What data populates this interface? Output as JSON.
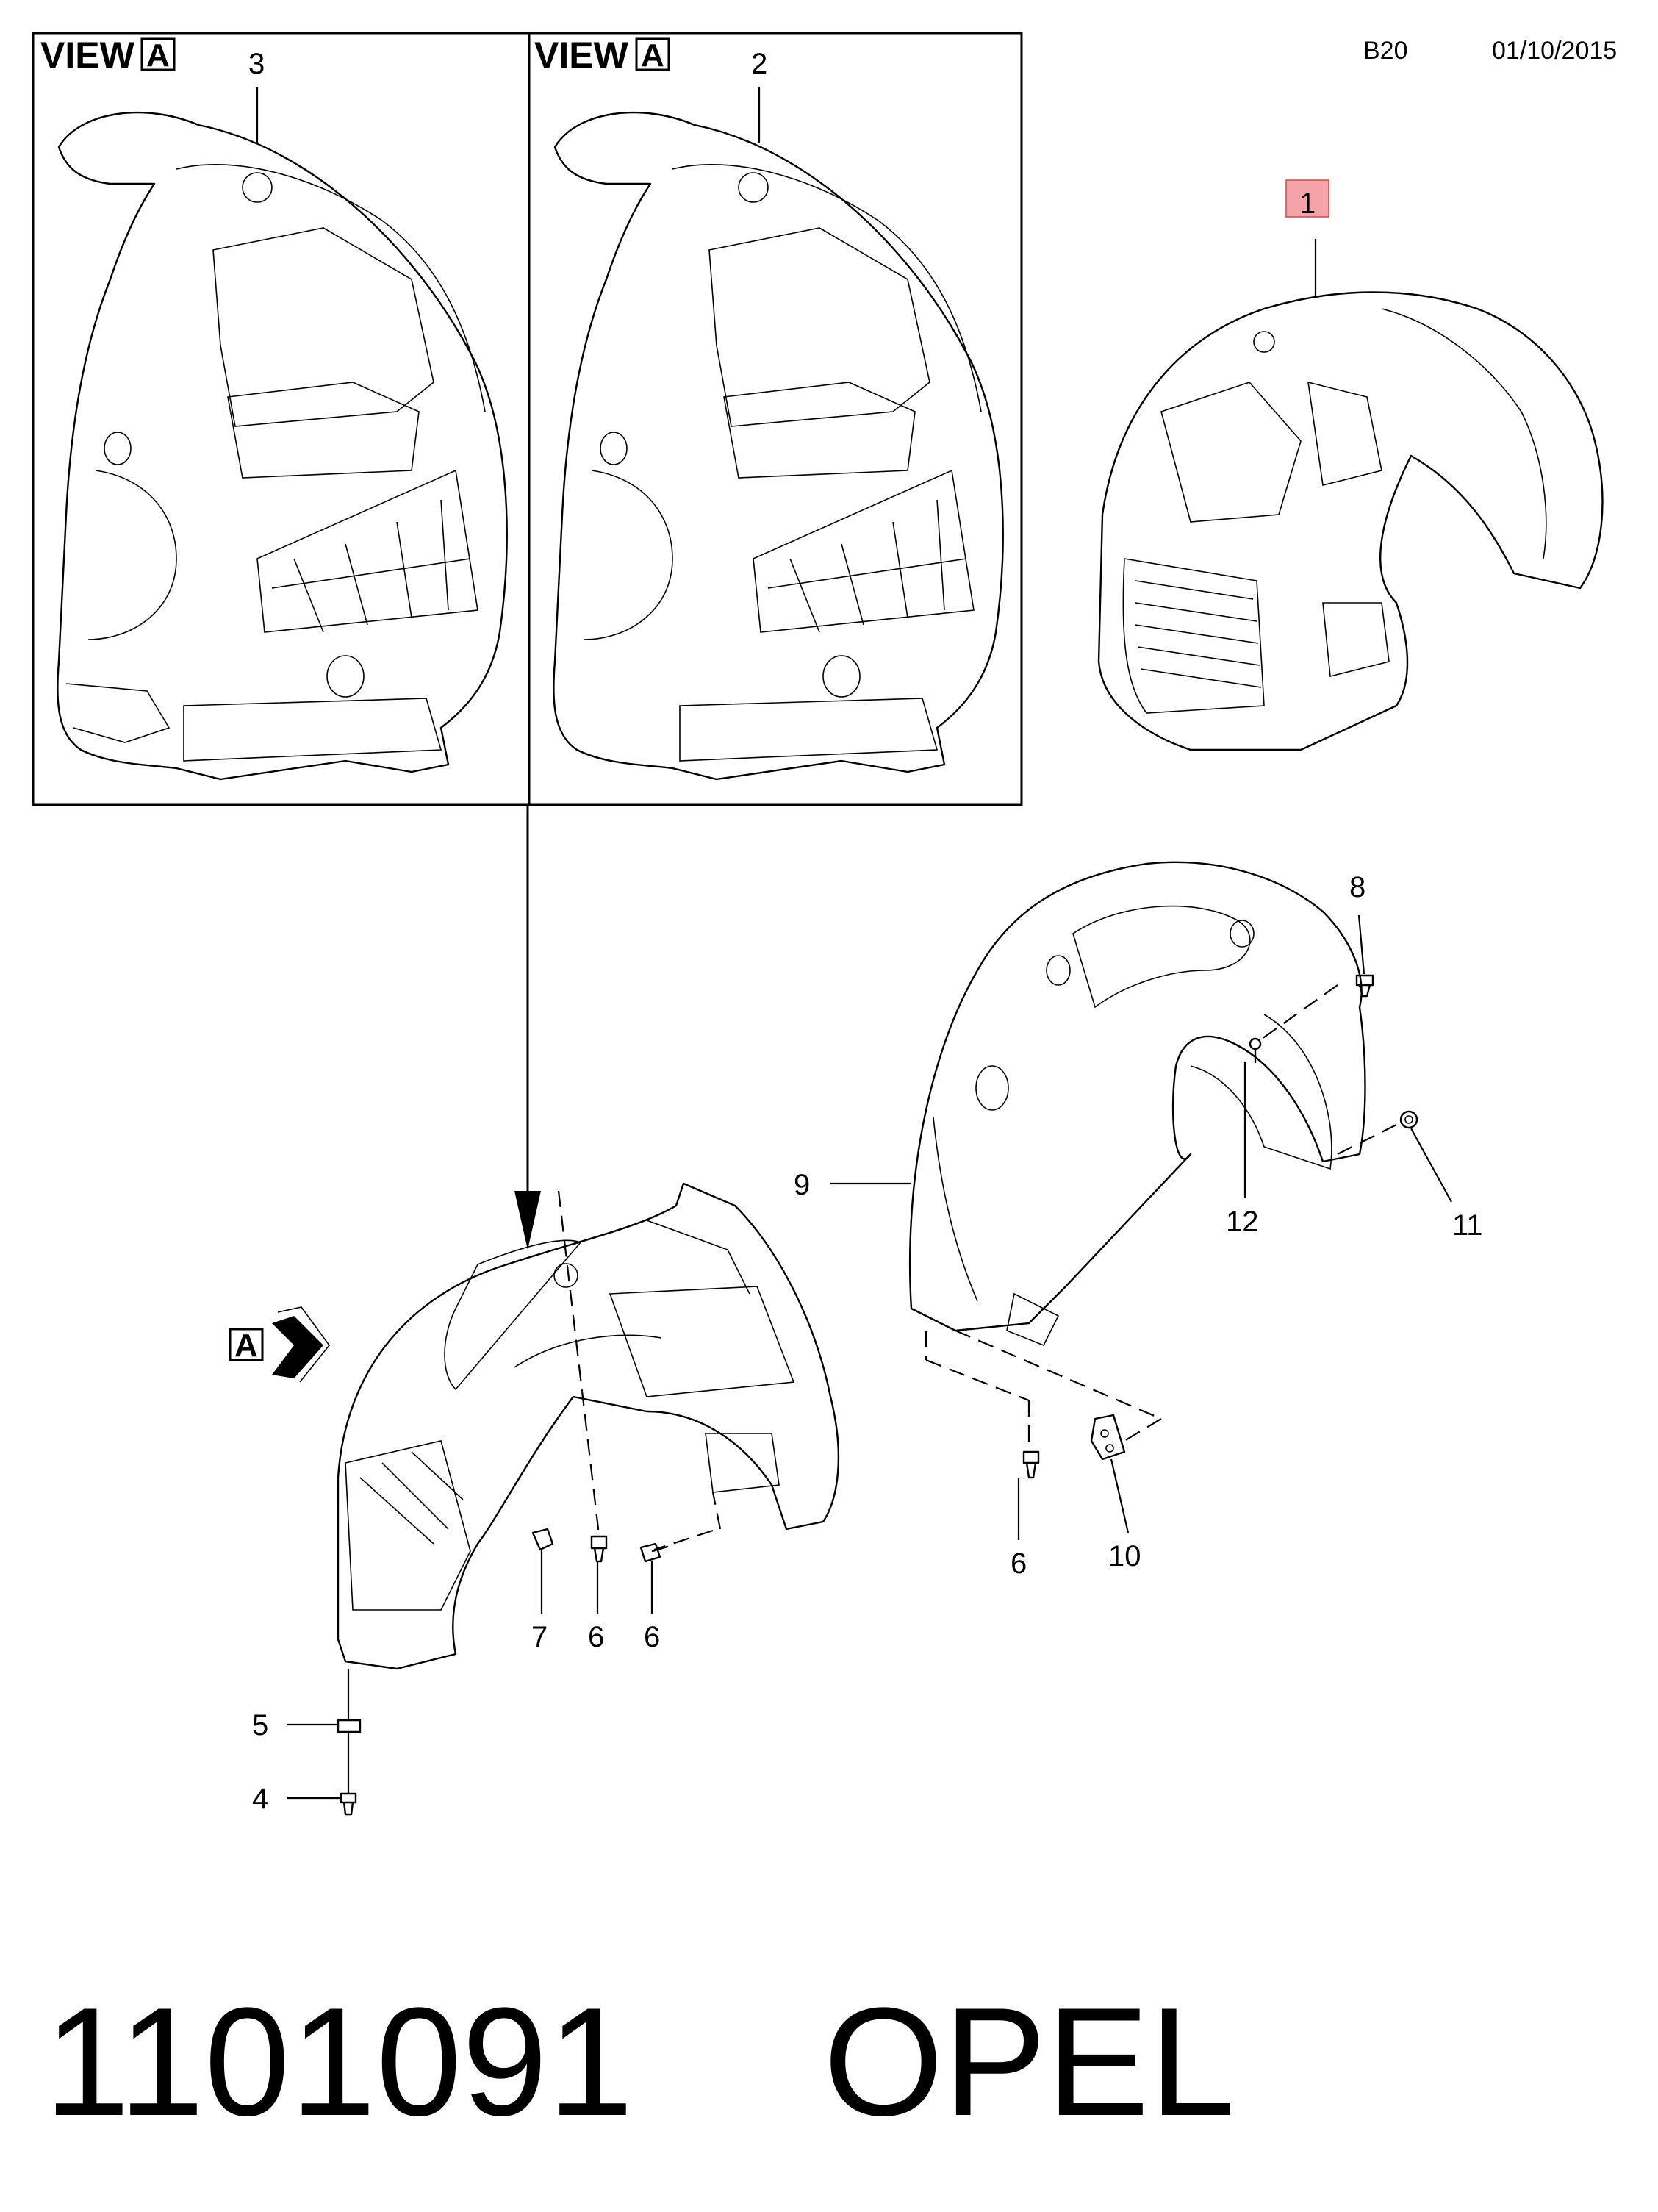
{
  "header": {
    "section_code": "B20",
    "date": "01/10/2015"
  },
  "views": [
    {
      "title": "VIEW",
      "letter": "A",
      "callout": "3"
    },
    {
      "title": "VIEW",
      "letter": "A",
      "callout": "2"
    }
  ],
  "callouts": {
    "c1": "1",
    "c4": "4",
    "c5": "5",
    "c6a": "6",
    "c6b": "6",
    "c6c": "6",
    "c7": "7",
    "c8": "8",
    "c9": "9",
    "c10": "10",
    "c11": "11",
    "c12": "12"
  },
  "view_marker": {
    "letter": "A"
  },
  "highlight_color": "#f4a3a8",
  "footer": {
    "part_number": "1101091",
    "brand": "OPEL"
  }
}
